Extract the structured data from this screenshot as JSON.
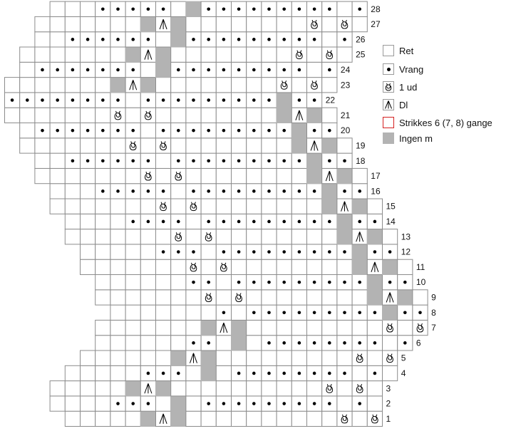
{
  "chart": {
    "rows": [
      {
        "n": 1,
        "label": "1",
        "start": 4,
        "end": 24,
        "s": [
          "r",
          "r",
          "r",
          "r",
          "r",
          "g",
          "dl",
          "g",
          "r",
          "r",
          "r",
          "r",
          "r",
          "r",
          "r",
          "r",
          "r",
          "r",
          "ud",
          "r",
          "ud",
          "r",
          "r",
          "r",
          "r"
        ]
      },
      {
        "n": 2,
        "label": "2",
        "start": 3,
        "end": 24,
        "s": [
          "r",
          "r",
          "r",
          "r",
          "v",
          "v",
          "v",
          "r",
          "g",
          "r",
          "v",
          "v",
          "v",
          "v",
          "v",
          "v",
          "v",
          "v",
          "v",
          "r",
          "v",
          "r",
          "v",
          "v",
          "v",
          "v"
        ]
      },
      {
        "n": 3,
        "label": "3",
        "start": 3,
        "end": 24,
        "s": [
          "r",
          "r",
          "r",
          "r",
          "r",
          "g",
          "dl",
          "g",
          "r",
          "r",
          "r",
          "r",
          "r",
          "r",
          "r",
          "r",
          "r",
          "r",
          "ud",
          "r",
          "ud",
          "r",
          "r",
          "r",
          "r"
        ]
      },
      {
        "n": 4,
        "label": "4",
        "start": 4,
        "end": 25,
        "s": [
          "r",
          "r",
          "r",
          "r",
          "r",
          "v",
          "v",
          "v",
          "r",
          "g",
          "r",
          "v",
          "v",
          "v",
          "v",
          "v",
          "v",
          "v",
          "v",
          "r",
          "v",
          "r",
          "v",
          "v",
          "v",
          "v"
        ]
      },
      {
        "n": 5,
        "label": "5",
        "start": 5,
        "end": 25,
        "s": [
          "r",
          "r",
          "r",
          "r",
          "r",
          "r",
          "g",
          "dl",
          "g",
          "r",
          "r",
          "r",
          "r",
          "r",
          "r",
          "r",
          "r",
          "r",
          "ud",
          "r",
          "ud",
          "r",
          "r",
          "r",
          "r",
          "r"
        ]
      },
      {
        "n": 6,
        "label": "6",
        "start": 6,
        "end": 26,
        "s": [
          "r",
          "r",
          "r",
          "r",
          "r",
          "r",
          "v",
          "v",
          "r",
          "g",
          "r",
          "v",
          "v",
          "v",
          "v",
          "v",
          "v",
          "v",
          "v",
          "r",
          "v",
          "r",
          "v",
          "v",
          "v",
          "v",
          "v"
        ]
      },
      {
        "n": 7,
        "label": "7",
        "start": 6,
        "end": 27,
        "s": [
          "r",
          "r",
          "r",
          "r",
          "r",
          "r",
          "r",
          "g",
          "dl",
          "g",
          "r",
          "r",
          "r",
          "r",
          "r",
          "r",
          "r",
          "r",
          "r",
          "ud",
          "r",
          "ud",
          "r",
          "r",
          "r",
          "r",
          "r",
          "r"
        ]
      },
      {
        "n": 8,
        "label": "8",
        "start": 7,
        "end": 27,
        "s": [
          "r",
          "r",
          "r",
          "r",
          "r",
          "r",
          "r",
          "v",
          "r",
          "v",
          "v",
          "v",
          "v",
          "v",
          "v",
          "v",
          "v",
          "v",
          "g",
          "v",
          "v",
          "v",
          "v",
          "v",
          "v",
          "v",
          "v",
          "v"
        ]
      },
      {
        "n": 9,
        "label": "9",
        "start": 6,
        "end": 27,
        "s": [
          "r",
          "r",
          "r",
          "r",
          "r",
          "r",
          "r",
          "ud",
          "r",
          "ud",
          "r",
          "r",
          "r",
          "r",
          "r",
          "r",
          "r",
          "r",
          "g",
          "dl",
          "g",
          "r",
          "r",
          "r",
          "r",
          "r",
          "r",
          "r"
        ]
      },
      {
        "n": 10,
        "label": "10",
        "start": 6,
        "end": 26,
        "s": [
          "r",
          "r",
          "r",
          "r",
          "r",
          "r",
          "v",
          "v",
          "r",
          "v",
          "v",
          "v",
          "v",
          "v",
          "v",
          "v",
          "v",
          "v",
          "g",
          "v",
          "v",
          "v",
          "v",
          "v",
          "v",
          "v",
          "v"
        ]
      },
      {
        "n": 11,
        "label": "11",
        "start": 5,
        "end": 26,
        "s": [
          "r",
          "r",
          "r",
          "r",
          "r",
          "r",
          "r",
          "ud",
          "r",
          "ud",
          "r",
          "r",
          "r",
          "r",
          "r",
          "r",
          "r",
          "r",
          "g",
          "dl",
          "g",
          "r",
          "r",
          "r",
          "r",
          "r",
          "r"
        ]
      },
      {
        "n": 12,
        "label": "12",
        "start": 5,
        "end": 25,
        "s": [
          "r",
          "r",
          "r",
          "r",
          "r",
          "v",
          "v",
          "v",
          "r",
          "v",
          "v",
          "v",
          "v",
          "v",
          "v",
          "v",
          "v",
          "v",
          "g",
          "v",
          "v",
          "v",
          "v",
          "v",
          "v",
          "v"
        ]
      },
      {
        "n": 13,
        "label": "13",
        "start": 4,
        "end": 25,
        "s": [
          "r",
          "r",
          "r",
          "r",
          "r",
          "r",
          "r",
          "ud",
          "r",
          "ud",
          "r",
          "r",
          "r",
          "r",
          "r",
          "r",
          "r",
          "r",
          "g",
          "dl",
          "g",
          "r",
          "r",
          "r",
          "r",
          "r"
        ]
      },
      {
        "n": 14,
        "label": "14",
        "start": 4,
        "end": 24,
        "s": [
          "r",
          "r",
          "r",
          "r",
          "v",
          "v",
          "v",
          "v",
          "r",
          "v",
          "v",
          "v",
          "v",
          "v",
          "v",
          "v",
          "v",
          "v",
          "g",
          "v",
          "v",
          "v",
          "v",
          "v",
          "v"
        ]
      },
      {
        "n": 15,
        "label": "15",
        "start": 3,
        "end": 24,
        "s": [
          "r",
          "r",
          "r",
          "r",
          "r",
          "r",
          "r",
          "ud",
          "r",
          "ud",
          "r",
          "r",
          "r",
          "r",
          "r",
          "r",
          "r",
          "r",
          "g",
          "dl",
          "g",
          "r",
          "r",
          "r",
          "r"
        ]
      },
      {
        "n": 16,
        "label": "16",
        "start": 3,
        "end": 23,
        "s": [
          "r",
          "r",
          "r",
          "v",
          "v",
          "v",
          "v",
          "v",
          "r",
          "v",
          "v",
          "v",
          "v",
          "v",
          "v",
          "v",
          "v",
          "v",
          "g",
          "v",
          "v",
          "v",
          "v",
          "v"
        ]
      },
      {
        "n": 17,
        "label": "17",
        "start": 2,
        "end": 23,
        "s": [
          "r",
          "r",
          "r",
          "r",
          "r",
          "r",
          "r",
          "ud",
          "r",
          "ud",
          "r",
          "r",
          "r",
          "r",
          "r",
          "r",
          "r",
          "r",
          "g",
          "dl",
          "g",
          "r",
          "r",
          "r"
        ]
      },
      {
        "n": 18,
        "label": "18",
        "start": 2,
        "end": 22,
        "s": [
          "r",
          "r",
          "v",
          "v",
          "v",
          "v",
          "v",
          "v",
          "r",
          "v",
          "v",
          "v",
          "v",
          "v",
          "v",
          "v",
          "v",
          "v",
          "g",
          "v",
          "v",
          "v",
          "v"
        ]
      },
      {
        "n": 19,
        "label": "19",
        "start": 1,
        "end": 22,
        "s": [
          "r",
          "r",
          "r",
          "r",
          "r",
          "r",
          "r",
          "ud",
          "r",
          "ud",
          "r",
          "r",
          "r",
          "r",
          "r",
          "r",
          "r",
          "r",
          "g",
          "dl",
          "g",
          "r",
          "r"
        ]
      },
      {
        "n": 20,
        "label": "20",
        "start": 1,
        "end": 21,
        "s": [
          "r",
          "v",
          "v",
          "v",
          "v",
          "v",
          "v",
          "v",
          "r",
          "v",
          "v",
          "v",
          "v",
          "v",
          "v",
          "v",
          "v",
          "v",
          "g",
          "v",
          "v",
          "v"
        ]
      },
      {
        "n": 21,
        "label": "21",
        "start": 0,
        "end": 21,
        "s": [
          "r",
          "r",
          "r",
          "r",
          "r",
          "r",
          "r",
          "ud",
          "r",
          "ud",
          "r",
          "r",
          "r",
          "r",
          "r",
          "r",
          "r",
          "r",
          "g",
          "dl",
          "g",
          "r"
        ]
      },
      {
        "n": 22,
        "label": "22",
        "start": 0,
        "end": 20,
        "s": [
          "v",
          "v",
          "v",
          "v",
          "v",
          "v",
          "v",
          "v",
          "r",
          "v",
          "v",
          "v",
          "v",
          "v",
          "v",
          "v",
          "v",
          "v",
          "g",
          "v",
          "v"
        ]
      },
      {
        "n": 23,
        "label": "23",
        "start": 0,
        "end": 21,
        "s": [
          "r",
          "r",
          "r",
          "r",
          "r",
          "r",
          "r",
          "g",
          "dl",
          "g",
          "r",
          "r",
          "r",
          "r",
          "r",
          "r",
          "r",
          "r",
          "ud",
          "r",
          "ud",
          "r"
        ]
      },
      {
        "n": 24,
        "label": "24",
        "start": 1,
        "end": 21,
        "s": [
          "r",
          "v",
          "v",
          "v",
          "v",
          "v",
          "v",
          "v",
          "r",
          "g",
          "v",
          "v",
          "v",
          "v",
          "v",
          "v",
          "v",
          "v",
          "v",
          "r",
          "v",
          "v"
        ]
      },
      {
        "n": 25,
        "label": "25",
        "start": 1,
        "end": 22,
        "s": [
          "r",
          "r",
          "r",
          "r",
          "r",
          "r",
          "r",
          "g",
          "dl",
          "g",
          "r",
          "r",
          "r",
          "r",
          "r",
          "r",
          "r",
          "r",
          "ud",
          "r",
          "ud",
          "r",
          "r"
        ]
      },
      {
        "n": 26,
        "label": "26",
        "start": 2,
        "end": 22,
        "s": [
          "r",
          "r",
          "v",
          "v",
          "v",
          "v",
          "v",
          "v",
          "r",
          "g",
          "v",
          "v",
          "v",
          "v",
          "v",
          "v",
          "v",
          "v",
          "v",
          "r",
          "v",
          "v",
          "v"
        ]
      },
      {
        "n": 27,
        "label": "27",
        "start": 2,
        "end": 23,
        "s": [
          "r",
          "r",
          "r",
          "r",
          "r",
          "r",
          "r",
          "g",
          "dl",
          "g",
          "r",
          "r",
          "r",
          "r",
          "r",
          "r",
          "r",
          "r",
          "ud",
          "r",
          "ud",
          "r",
          "r",
          "r"
        ]
      },
      {
        "n": 28,
        "label": "28",
        "start": 3,
        "end": 23,
        "s": [
          "r",
          "r",
          "r",
          "v",
          "v",
          "v",
          "v",
          "v",
          "r",
          "g",
          "v",
          "v",
          "v",
          "v",
          "v",
          "v",
          "v",
          "v",
          "v",
          "r",
          "v",
          "v",
          "v",
          "v"
        ]
      }
    ]
  },
  "legend": {
    "items": [
      {
        "key": "r",
        "label": "Ret",
        "icon": "empty-square"
      },
      {
        "key": "v",
        "label": "Vrang",
        "icon": "dot"
      },
      {
        "key": "ud",
        "label": "1 ud",
        "icon": "loop"
      },
      {
        "key": "dl",
        "label": "Dl",
        "icon": "double-decrease"
      },
      {
        "key": "rep",
        "label": "Strikkes 6 (7, 8) gange",
        "icon": "red-square"
      },
      {
        "key": "g",
        "label": "Ingen m",
        "icon": "gray-square"
      }
    ]
  },
  "colors": {
    "grid": "#8c8c8c",
    "no_stitch": "#b3b3b3",
    "repeat_border": "#d42020",
    "ink": "#000000"
  }
}
